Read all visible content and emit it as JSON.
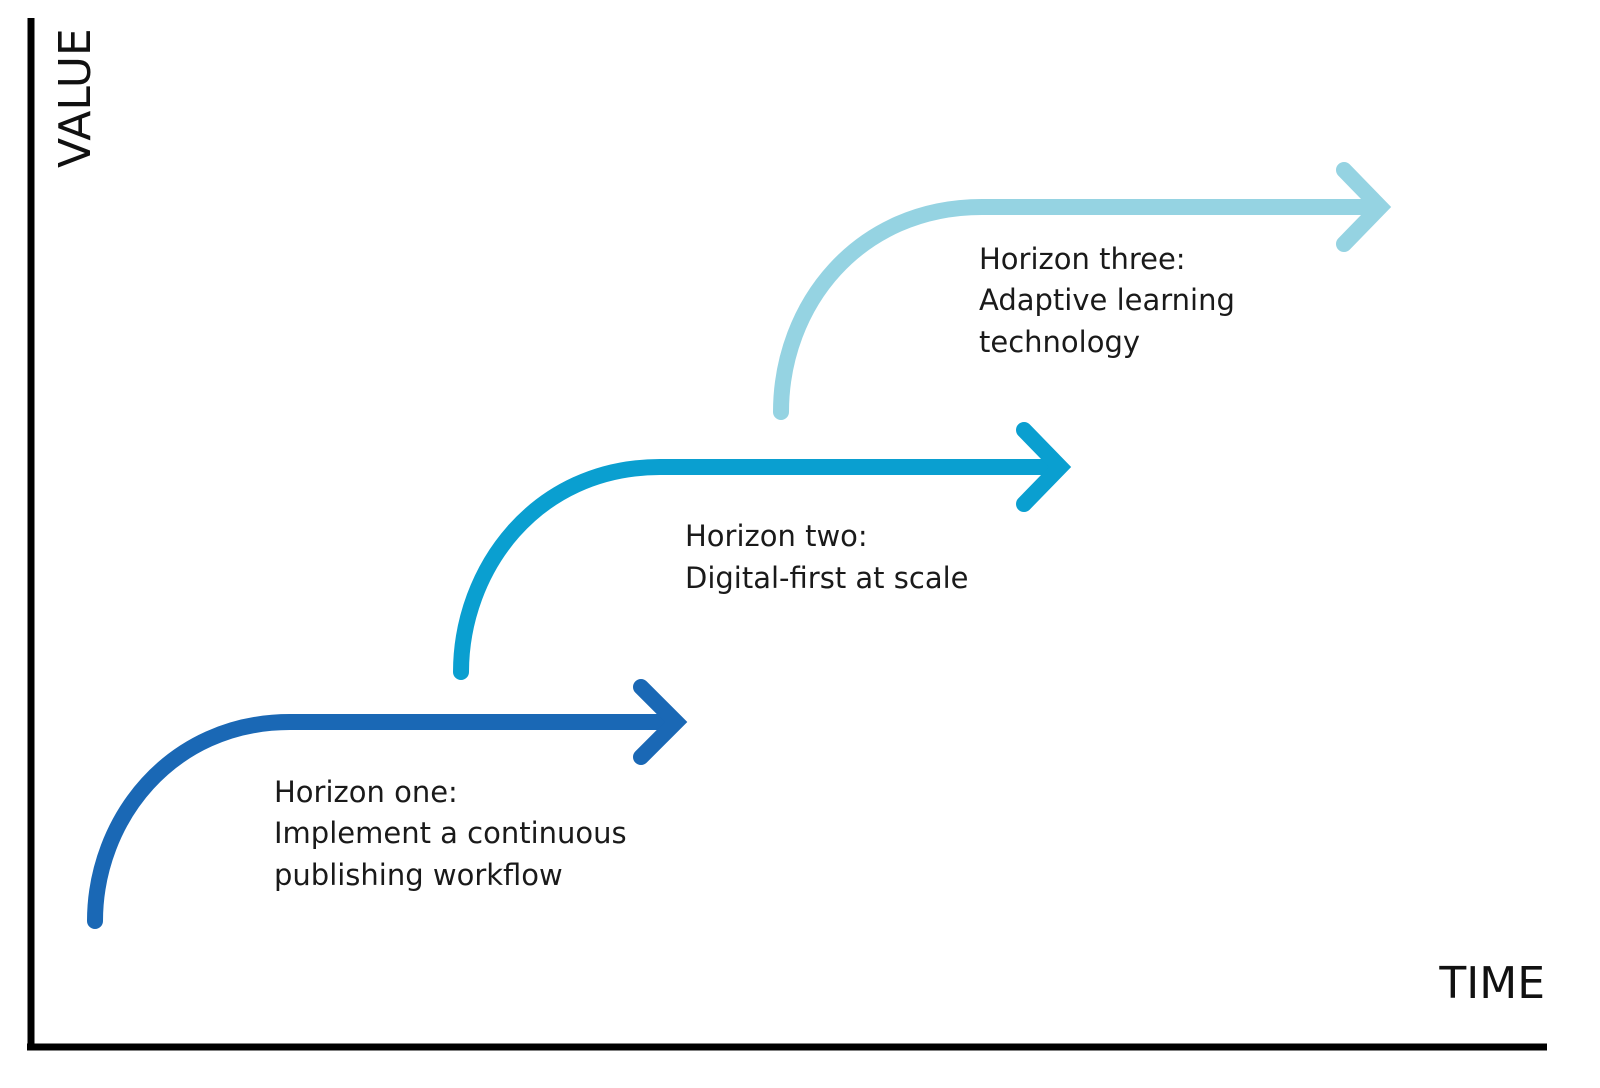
{
  "axes": {
    "y_label": "VALUE",
    "x_label": "TIME"
  },
  "horizons": [
    {
      "heading": "Horizon one:",
      "lines": [
        "Implement a continuous",
        "publishing workflow"
      ],
      "color": "#1a68b5"
    },
    {
      "heading": "Horizon two:",
      "lines": [
        "Digital-first at scale"
      ],
      "color": "#0a9fd0"
    },
    {
      "heading": "Horizon three:",
      "lines": [
        "Adaptive learning",
        "technology"
      ],
      "color": "#95d3e2"
    }
  ]
}
